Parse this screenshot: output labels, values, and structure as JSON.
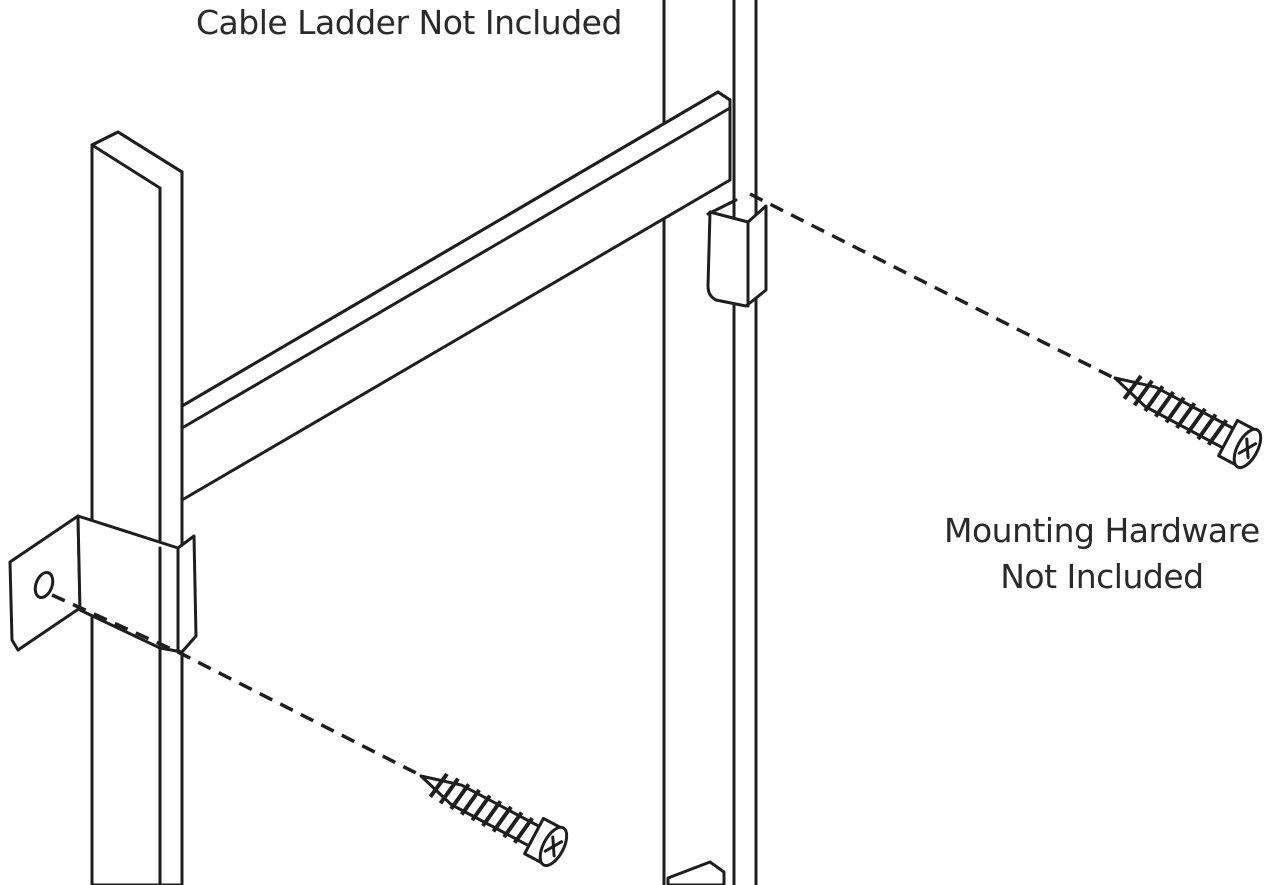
{
  "labels": {
    "cable_ladder": "Cable Ladder Not Included",
    "hardware_line1": "Mounting Hardware",
    "hardware_line2": "Not Included"
  },
  "colors": {
    "line": "#1e1e1e",
    "background": "#ffffff",
    "text": "#2a2a2a"
  },
  "icons": [
    "screw-icon",
    "bracket-icon"
  ]
}
